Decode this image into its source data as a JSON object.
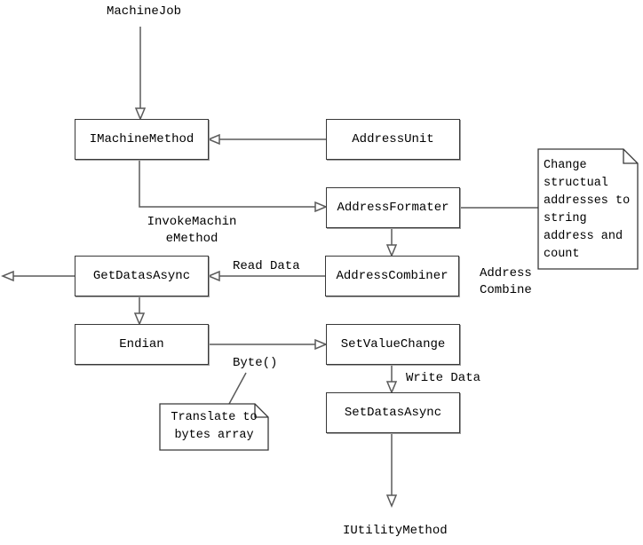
{
  "boxes": {
    "machine_method": "IMachineMethod",
    "address_unit": "AddressUnit",
    "address_formater": "AddressFormater",
    "get_datas_async": "GetDatasAsync",
    "address_combiner": "AddressCombiner",
    "endian": "Endian",
    "set_value_change": "SetValueChange",
    "set_datas_async": "SetDatasAsync"
  },
  "labels": {
    "machine_job": "MachineJob",
    "invoke_machine_method_line1": "InvokeMachin",
    "invoke_machine_method_line2": "eMethod",
    "read_data": "Read Data",
    "address_combine_line1": "Address",
    "address_combine_line2": "Combine",
    "byte_call": "Byte()",
    "write_data": "Write Data",
    "iutility_method": "IUtilityMethod"
  },
  "notes": {
    "change_structural": {
      "lines": [
        "Change",
        "structual",
        "addresses to",
        "string",
        "address and",
        "count"
      ]
    },
    "translate_bytes": {
      "lines": [
        "Translate to",
        "bytes array"
      ]
    }
  },
  "colors": {
    "line": "#5a5a5a",
    "border": "#383838",
    "background": "#ffffff",
    "text": "#000000"
  }
}
